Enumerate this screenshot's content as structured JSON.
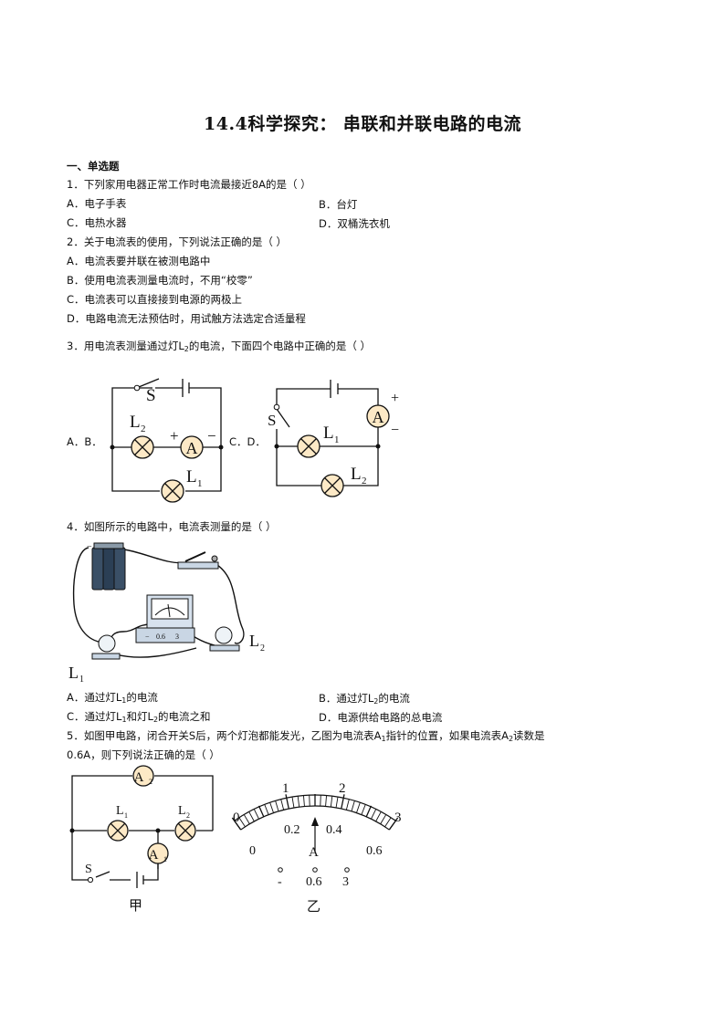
{
  "title": "14.4科学探究：  串联和并联电路的电流",
  "section": "一、单选题",
  "q1": {
    "stem": "1．下列家用电器正常工作时电流最接近8A的是（      ）",
    "a": "A．电子手表",
    "b": "B．台灯",
    "c": "C．电热水器",
    "d": "D．双桶洗衣机"
  },
  "q2": {
    "stem": "2．关于电流表的使用，下列说法正确的是（      ）",
    "a": "A．电流表要并联在被测电路中",
    "b": "B．使用电流表测量电流时，不用“校零”",
    "c": "C．电流表可以直接接到电源的两极上",
    "d": "D．电路电流无法预估时，用试触方法选定合适量程"
  },
  "q3": {
    "stem_pre": "3．用电流表测量通过灯L",
    "stem_sub": "2",
    "stem_post": "的电流，下面四个电路中正确的是（      ）",
    "label_ab": "A．B．",
    "label_cd": "C．D．",
    "fig1": {
      "S": "S",
      "L2": "L",
      "L2sub": "2",
      "L1": "L",
      "L1sub": "1",
      "A": "A",
      "plus": "+",
      "minus": "−"
    },
    "fig2": {
      "S": "S",
      "L1": "L",
      "L1sub": "1",
      "L2": "L",
      "L2sub": "2",
      "A": "A",
      "plus": "+",
      "minus": "−"
    }
  },
  "q4": {
    "stem": "4．如图所示的电路中，电流表测量的是（      ）",
    "fig": {
      "L1": "L",
      "L1sub": "1",
      "L2": "L",
      "L2sub": "2",
      "t_minus": "−",
      "t_06": "0.6",
      "t_3": "3"
    },
    "a_pre": "A．通过灯L",
    "a_sub": "1",
    "a_post": "的电流",
    "b_pre": "B．通过灯L",
    "b_sub": "2",
    "b_post": "的电流",
    "c_pre": "C．通过灯L",
    "c_sub1": "1",
    "c_mid": "和灯L",
    "c_sub2": "2",
    "c_post": "的电流之和",
    "d": "D．电源供给电路的总电流"
  },
  "q5": {
    "stem1_pre": "5．如图甲电路，闭合开关S后，两个灯泡都能发光，乙图为电流表A",
    "stem1_sub": "1",
    "stem1_mid": "指针的位置，如果电流表A",
    "stem1_sub2": "2",
    "stem1_post": "读数是",
    "stem2": "0.6A，则下列说法正确的是（      ）",
    "fig_jia": {
      "A2": "A",
      "A2sub": "2",
      "L1": "L",
      "L1sub": "1",
      "L2": "L",
      "L2sub": "2",
      "A1": "A",
      "A1sub": "1",
      "S": "S",
      "caption": "甲"
    },
    "fig_yi": {
      "upper_ticks": [
        "0",
        "1",
        "2",
        "3"
      ],
      "lower_ticks": [
        "0",
        "0.2",
        "0.4",
        "0.6"
      ],
      "unit": "A",
      "terminals": [
        "-",
        "0.6",
        "3"
      ],
      "caption": "乙"
    }
  }
}
